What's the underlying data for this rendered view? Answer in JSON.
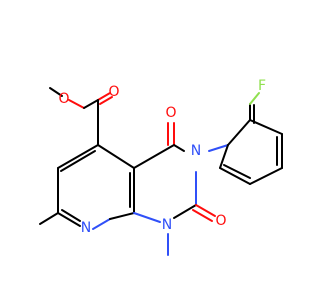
{
  "molecule": {
    "atoms": {
      "o_ester": "O",
      "o_carbonyl": "O",
      "o_c4": "O",
      "o_c2": "O",
      "n3": "N",
      "n1": "N",
      "n8": "N",
      "f": "F"
    },
    "colors": {
      "bond": "#000000",
      "oxygen": "#ff0d0d",
      "nitrogen": "#3050f8",
      "fluorine": "#90e050",
      "background": "#ffffff"
    }
  }
}
